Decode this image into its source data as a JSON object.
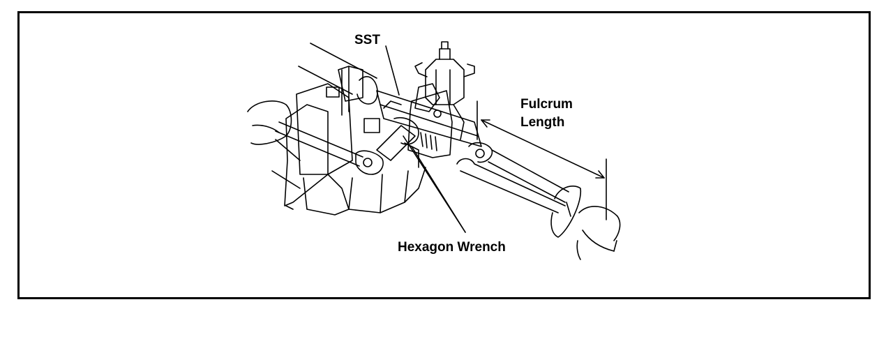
{
  "labels": {
    "sst": "SST",
    "fulcrum_line1": "Fulcrum",
    "fulcrum_line2": "Length",
    "hexagon_wrench": "Hexagon Wrench"
  },
  "colors": {
    "ink": "#000000",
    "paper": "#ffffff"
  }
}
